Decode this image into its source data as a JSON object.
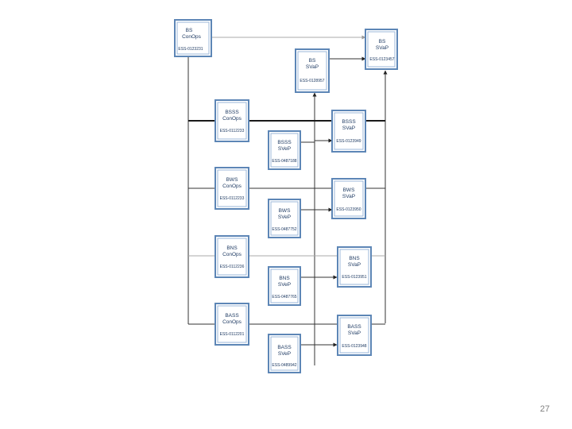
{
  "slide": {
    "page_number": "27"
  },
  "boxes": {
    "bs_conops": {
      "line1": "BS",
      "line2": "ConOps",
      "code": "ESS-0123231"
    },
    "bs_svap_top": {
      "line1": "BS",
      "line2": "SVaP",
      "code": "ESS-0123457"
    },
    "bs_svap": {
      "line1": "BS",
      "line2": "SVaP",
      "code": "ESS-0128957"
    },
    "bsss_conops": {
      "line1": "BSSS",
      "line2": "ConOps",
      "code": "ESS-0112233"
    },
    "bsss_svap": {
      "line1": "BSSS",
      "line2": "SVaP",
      "code": "ESS-0123949"
    },
    "bsss_svep": {
      "line1": "BSSS",
      "line2": "SVeP",
      "code": "ESS-0487188"
    },
    "bws_conops": {
      "line1": "BWS",
      "line2": "ConOps",
      "code": "ESS-0112233"
    },
    "bws_svap": {
      "line1": "BWS",
      "line2": "SVaP",
      "code": "ESS-0123950"
    },
    "bws_svep": {
      "line1": "BWS",
      "line2": "SVeP",
      "code": "ESS-0487752"
    },
    "bns_conops": {
      "line1": "BNS",
      "line2": "ConOps",
      "code": "ESS-0112236"
    },
    "bns_svap": {
      "line1": "BNS",
      "line2": "SVaP",
      "code": "ESS-0123951"
    },
    "bns_svep": {
      "line1": "BNS",
      "line2": "SVeP",
      "code": "ESS-0487765"
    },
    "bass_conops": {
      "line1": "BASS",
      "line2": "ConOps",
      "code": "ESS-0112201"
    },
    "bass_svap": {
      "line1": "BASS",
      "line2": "SVaP",
      "code": "ESS-0123948"
    },
    "bass_svep": {
      "line1": "BASS",
      "line2": "SVeP",
      "code": "ESS-0489942"
    }
  }
}
